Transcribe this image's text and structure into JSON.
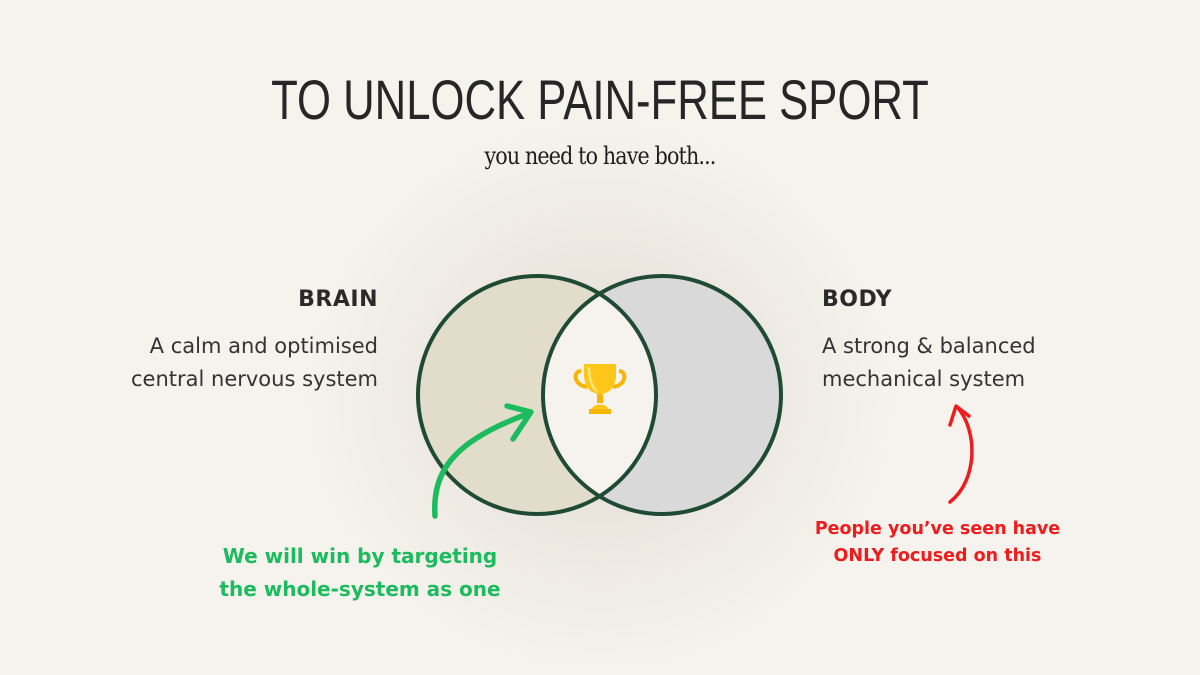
{
  "title": "TO UNLOCK PAIN-FREE SPORT",
  "subtitle": "you need to have both...",
  "brain": {
    "heading": "BRAIN",
    "line1": "A calm and optimised",
    "line2": "central nervous system",
    "fill_color": "#e2ddca"
  },
  "body": {
    "heading": "BODY",
    "line1": "A strong & balanced",
    "line2": "mechanical system",
    "fill_color": "#d9d9d9"
  },
  "intersection": {
    "icon": "trophy-icon",
    "fill_color": "#f6f3ee"
  },
  "outline_color": "#1f4a33",
  "annotations": {
    "green": {
      "line1": "We will win by targeting",
      "line2": "the whole-system as one",
      "color": "#1bbb5e"
    },
    "red": {
      "line1": "People you’ve seen have",
      "line2": "ONLY focused on this",
      "color": "#ee1c1c"
    }
  }
}
